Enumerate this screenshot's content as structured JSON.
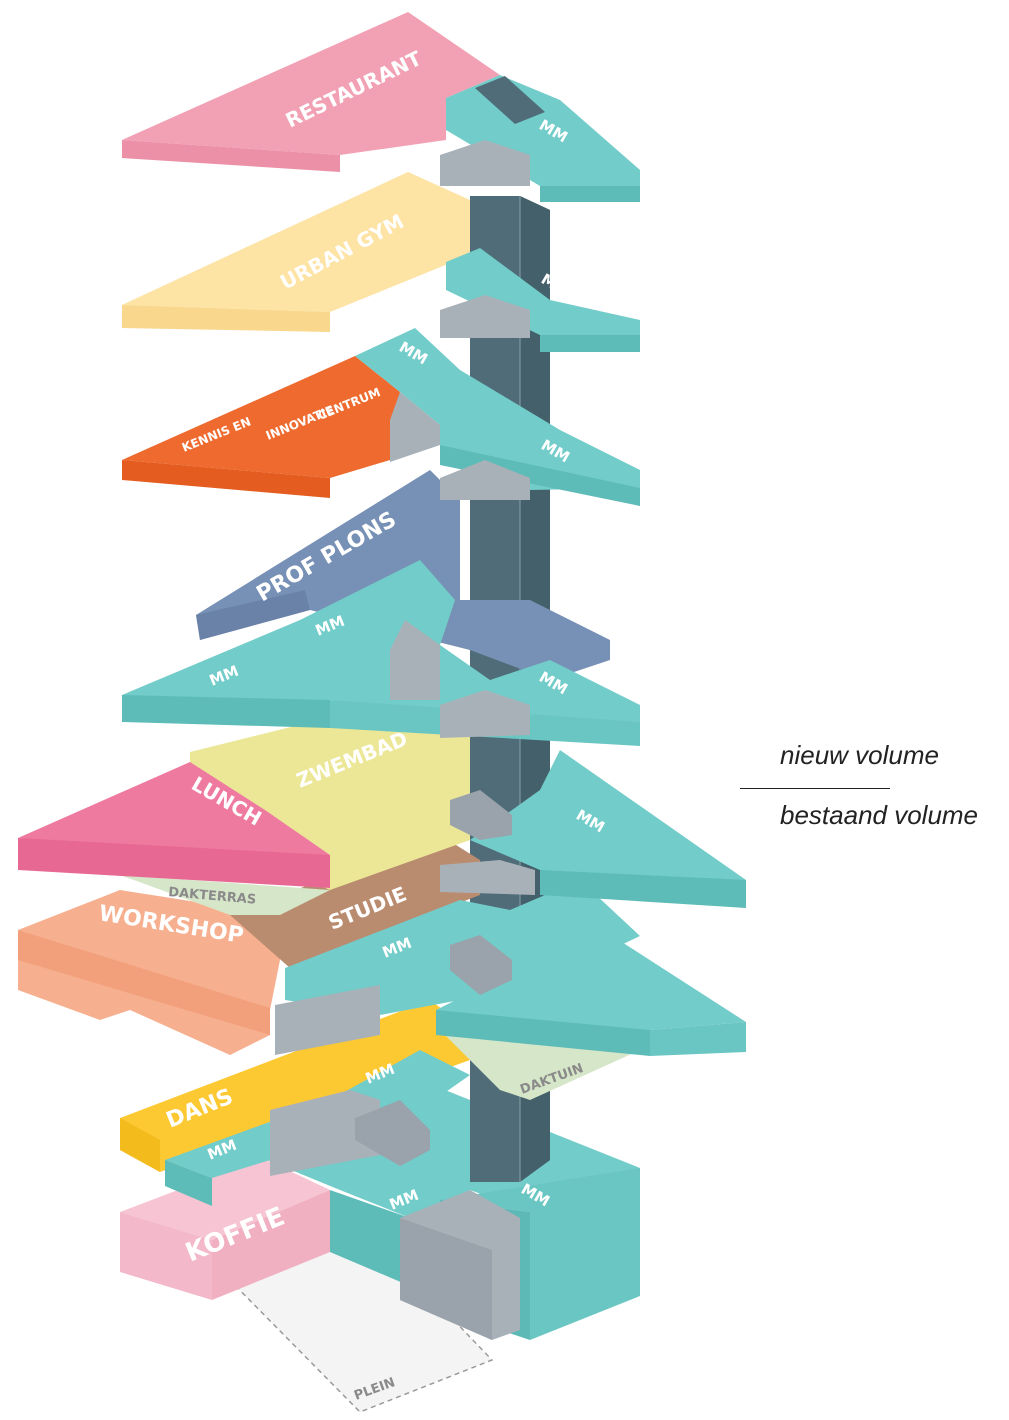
{
  "labels": {
    "restaurant": "RESTAURANT",
    "urban_gym": "URBAN GYM",
    "kennis_1": "KENNIS EN",
    "kennis_2": "INNOVATIE",
    "kennis_3": "CENTRUM",
    "prof_plons": "PROF PLONS",
    "zwembad": "ZWEMBAD",
    "lunch": "LUNCH",
    "dakterras": "DAKTERRAS",
    "studie": "STUDIE",
    "workshop": "WORKSHOP",
    "dans": "DANS",
    "daktuin": "DAKTUIN",
    "koffie": "KOFFIE",
    "plein": "PLEIN",
    "mm": "MM"
  },
  "legend": {
    "new_volume": "nieuw volume",
    "existing_volume": "bestaand volume"
  },
  "colors": {
    "restaurant": "#f2a0b4",
    "urban_gym": "#fde3a4",
    "kennis": "#ee6a2e",
    "prof_plons": "#7790b5",
    "mm_teal": "#72ccc9",
    "zwembad": "#ece797",
    "lunch": "#ee7aa0",
    "dakterras": "#d6e6c8",
    "studie": "#b98c70",
    "workshop": "#f7b08f",
    "dans": "#fcc933",
    "koffie": "#f6c4d2",
    "core_dark": "#4f6c78",
    "core_grey": "#a9b1b8"
  }
}
